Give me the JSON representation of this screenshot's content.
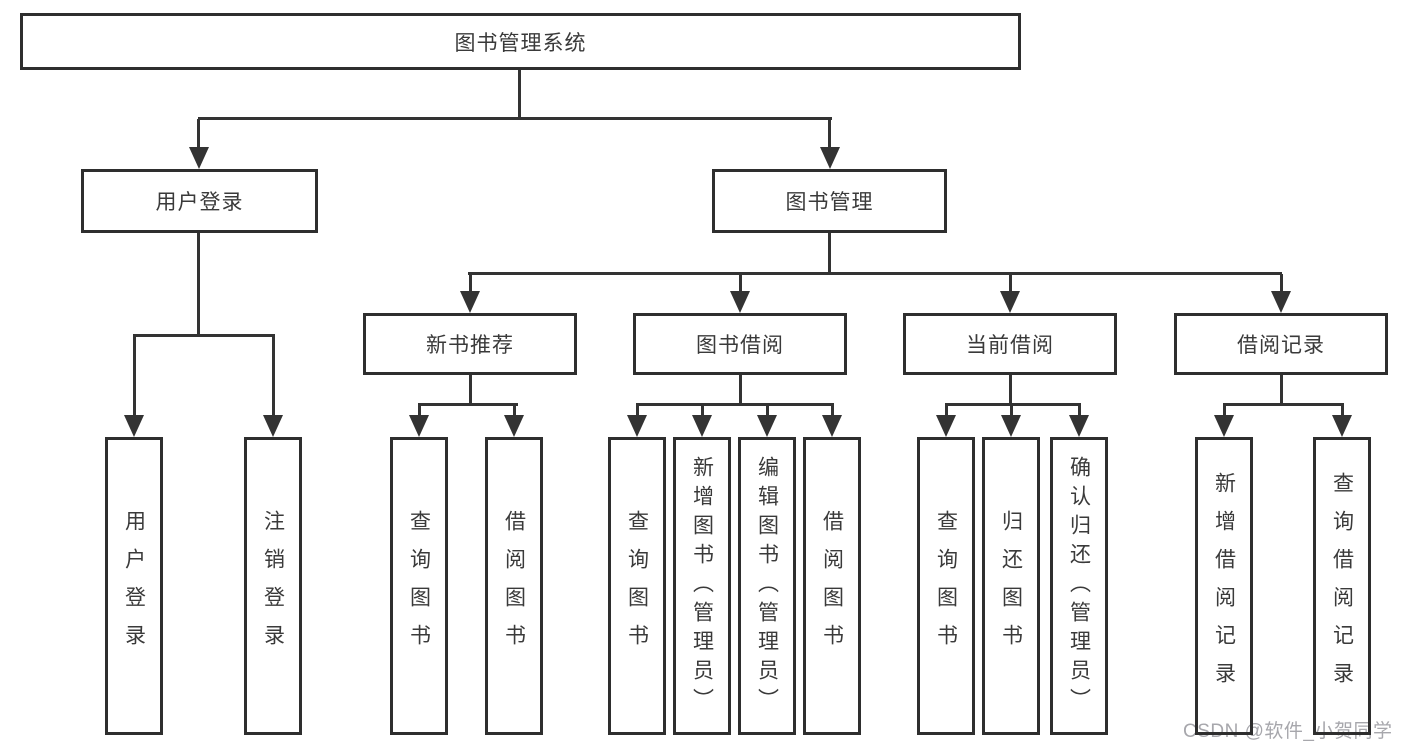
{
  "tree": {
    "root": {
      "label": "图书管理系统"
    },
    "branches": [
      {
        "label": "用户登录",
        "children": [
          {
            "label": "用户登录"
          },
          {
            "label": "注销登录"
          }
        ]
      },
      {
        "label": "图书管理",
        "groups": [
          {
            "label": "新书推荐",
            "children": [
              {
                "label": "查询图书"
              },
              {
                "label": "借阅图书"
              }
            ]
          },
          {
            "label": "图书借阅",
            "children": [
              {
                "label": "查询图书"
              },
              {
                "label": "新增图书（管理员）"
              },
              {
                "label": "编辑图书（管理员）"
              },
              {
                "label": "借阅图书"
              }
            ]
          },
          {
            "label": "当前借阅",
            "children": [
              {
                "label": "查询图书"
              },
              {
                "label": "归还图书"
              },
              {
                "label": "确认归还（管理员）"
              }
            ]
          },
          {
            "label": "借阅记录",
            "children": [
              {
                "label": "新增借阅记录"
              },
              {
                "label": "查询借阅记录"
              }
            ]
          }
        ]
      }
    ]
  },
  "watermark": "CSDN @软件_小贺同学",
  "colors": {
    "border": "#2e2e2e",
    "line": "#333333",
    "text": "#3a3a3a",
    "watermark": "#a7a7ac",
    "background": "#ffffff"
  }
}
